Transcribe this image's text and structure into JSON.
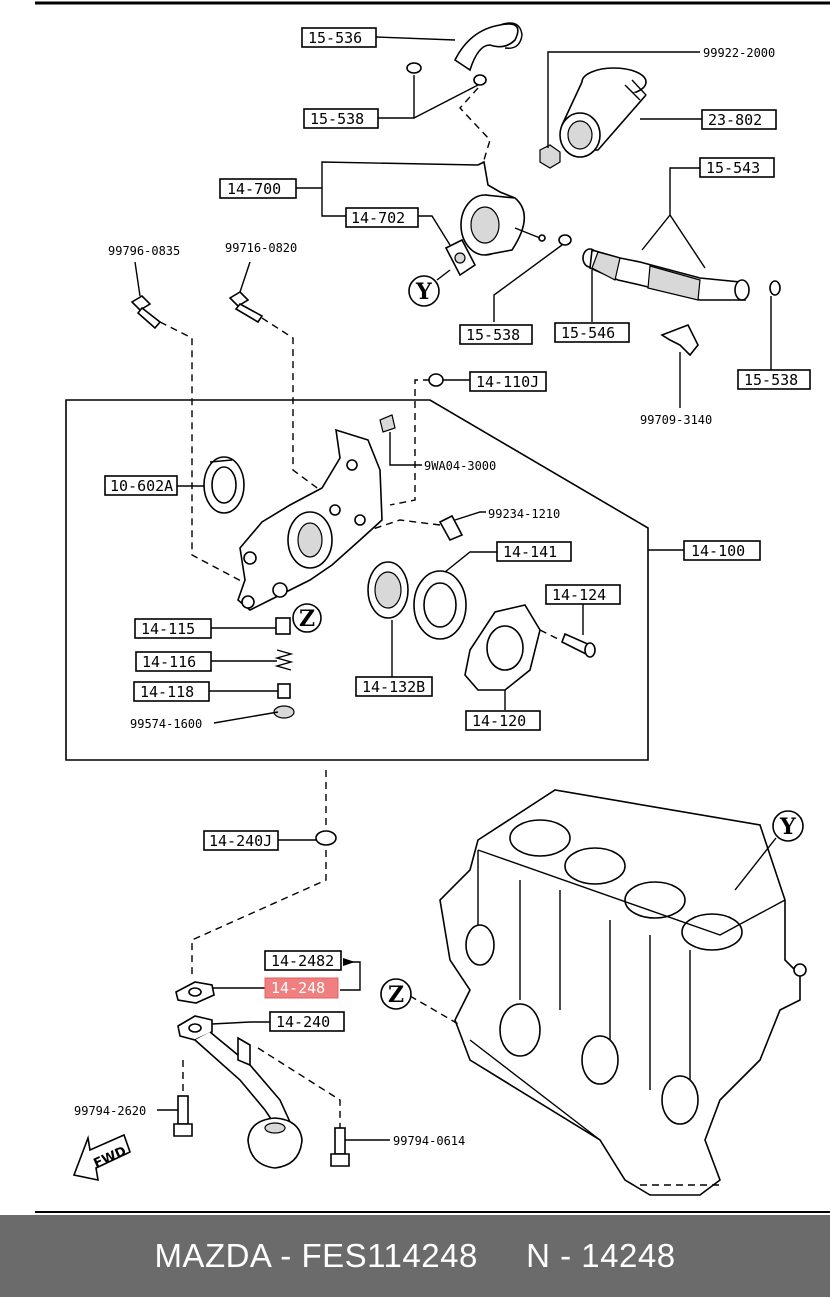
{
  "labels": {
    "l15_536": "15-536",
    "l15_538a": "15-538",
    "l14_700": "14-700",
    "l14_702": "14-702",
    "l99922": "99922-2000",
    "l23_802": "23-802",
    "l15_543": "15-543",
    "l99796": "99796-0835",
    "l99716": "99716-0820",
    "l15_538b": "15-538",
    "l15_546": "15-546",
    "l15_538c": "15-538",
    "l99709": "99709-3140",
    "l14_110j": "14-110J",
    "l9wa04": "9WA04-3000",
    "l10_602a": "10-602A",
    "l99234": "99234-1210",
    "l14_141": "14-141",
    "l14_100": "14-100",
    "l14_124": "14-124",
    "l14_115": "14-115",
    "l14_116": "14-116",
    "l14_118": "14-118",
    "l99574": "99574-1600",
    "l14_132b": "14-132B",
    "l14_120": "14-120",
    "l14_240j": "14-240J",
    "l14_2482": "14-2482",
    "l14_248": "14-248",
    "l14_240": "14-240",
    "l99794_2620": "99794-2620",
    "l99794_0614": "99794-0614",
    "fwd": "FWD",
    "mark_y": "Y",
    "mark_z": "Z"
  },
  "highlight_color": "#f08080",
  "footer": {
    "text": "MAZDA - FES114248     N - 14248"
  }
}
